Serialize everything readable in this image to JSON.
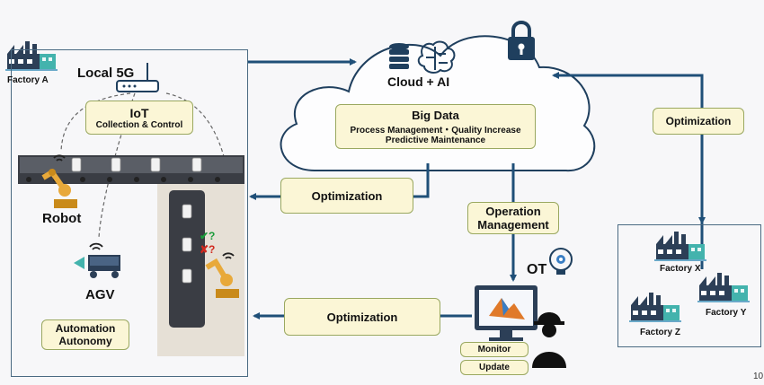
{
  "factory_a": {
    "label": "Factory A"
  },
  "local5g": {
    "label": "Local 5G"
  },
  "iot": {
    "title": "IoT",
    "subtitle": "Collection & Control"
  },
  "robot": {
    "label": "Robot"
  },
  "agv": {
    "label": "AGV"
  },
  "automation": {
    "line1": "Automation",
    "line2": "Autonomy"
  },
  "cloud": {
    "label": "Cloud + AI"
  },
  "bigdata": {
    "title": "Big Data",
    "line1": "Process Management・Quality Increase",
    "line2": "Predictive Maintenance"
  },
  "optimization": {
    "top": "Optimization",
    "middle": "Optimization",
    "bottom": "Optimization"
  },
  "operation": {
    "line1": "Operation",
    "line2": "Management"
  },
  "ot": {
    "label": "OT"
  },
  "monitor": {
    "label": "Monitor"
  },
  "update": {
    "label": "Update"
  },
  "factories": {
    "x": "Factory X",
    "y": "Factory Y",
    "z": "Factory Z"
  },
  "check": {
    "ok": "✔?",
    "ng": "✘?"
  },
  "page_number": "10",
  "colors": {
    "arrow": "#1f4f78",
    "box_fill": "#fbf6d6",
    "box_border": "#9aa860",
    "factory": "#2c3f57",
    "factory_accent": "#43b3ad"
  }
}
